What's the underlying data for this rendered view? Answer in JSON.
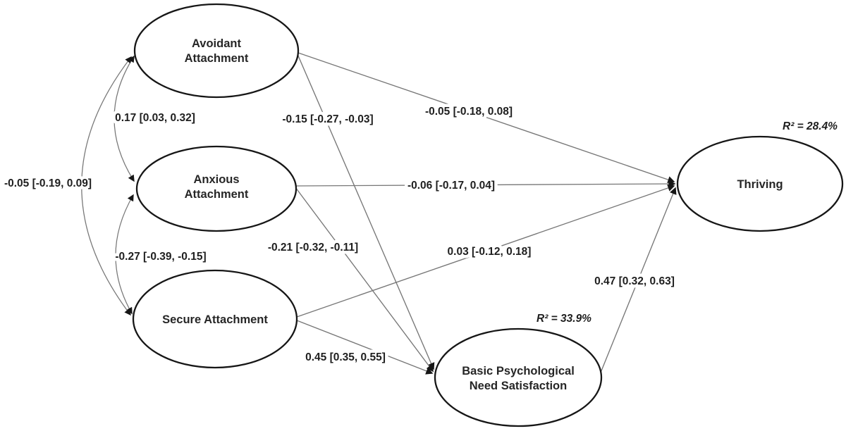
{
  "figure": {
    "type": "structural-equation-model-path-diagram",
    "background": "#ffffff",
    "line_color": "#777777",
    "node_stroke_color": "#161616",
    "text_color": "#1f1f1f"
  },
  "nodes": {
    "avoidant": {
      "line1": "Avoidant",
      "line2": "Attachment"
    },
    "anxious": {
      "line1": "Anxious",
      "line2": "Attachment"
    },
    "secure": {
      "label": "Secure Attachment"
    },
    "bpns": {
      "line1": "Basic Psychological",
      "line2": "Need Satisfaction",
      "r2": "R² = 33.9%"
    },
    "thriving": {
      "label": "Thriving",
      "r2": "R² = 28.4%"
    }
  },
  "path_coefficients": {
    "avoidant_to_thriving": "-0.05 [-0.18, 0.08]",
    "avoidant_to_bpns": "-0.15 [-0.27, -0.03]",
    "anxious_to_thriving": "-0.06 [-0.17, 0.04]",
    "anxious_to_bpns": "-0.21 [-0.32, -0.11]",
    "secure_to_thriving": "0.03 [-0.12, 0.18]",
    "secure_to_bpns": "0.45 [0.35, 0.55]",
    "bpns_to_thriving": "0.47 [0.32, 0.63]"
  },
  "covariances": {
    "avoidant_anxious": "0.17 [0.03, 0.32]",
    "avoidant_secure": "-0.05 [-0.19, 0.09]",
    "anxious_secure": "-0.27 [-0.39, -0.15]"
  }
}
